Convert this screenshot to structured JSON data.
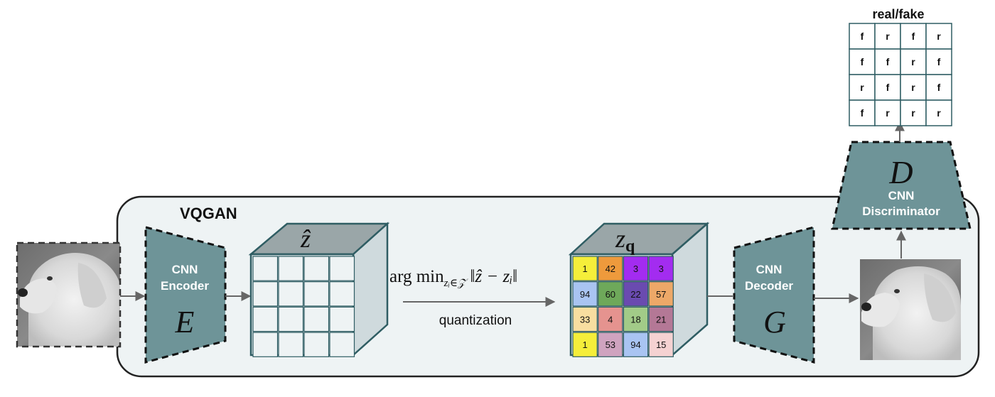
{
  "title": "VQGAN",
  "encoder": {
    "line1": "CNN",
    "line2": "Encoder",
    "symbol": "E"
  },
  "decoder": {
    "line1": "CNN",
    "line2": "Decoder",
    "symbol": "G"
  },
  "discriminator": {
    "line1": "CNN",
    "line2": "Discriminator",
    "symbol": "D"
  },
  "z_hat_symbol": "ẑ",
  "z_q": {
    "base": "z",
    "sub": "q"
  },
  "argmin": {
    "op": "arg min",
    "sub": "zᵢ∈𝒵",
    "expr": "‖ẑ − zᵢ‖"
  },
  "quantization_label": "quantization",
  "real_fake_label": "real/fake",
  "zq_grid": [
    [
      {
        "v": "1",
        "c": "#f5ee3a"
      },
      {
        "v": "42",
        "c": "#ee9a3c"
      },
      {
        "v": "3",
        "c": "#a32cf0"
      },
      {
        "v": "3",
        "c": "#a32cf0"
      }
    ],
    [
      {
        "v": "94",
        "c": "#a9c4f2"
      },
      {
        "v": "60",
        "c": "#6ea85a"
      },
      {
        "v": "22",
        "c": "#6a4bb0"
      },
      {
        "v": "57",
        "c": "#eda868"
      }
    ],
    [
      {
        "v": "33",
        "c": "#f8dea0"
      },
      {
        "v": "4",
        "c": "#e5938f"
      },
      {
        "v": "18",
        "c": "#a2cb88"
      },
      {
        "v": "21",
        "c": "#b47896"
      }
    ],
    [
      {
        "v": "1",
        "c": "#f5ee3a"
      },
      {
        "v": "53",
        "c": "#cfa3bf"
      },
      {
        "v": "94",
        "c": "#a9c4f2"
      },
      {
        "v": "15",
        "c": "#f5d2d2"
      }
    ]
  ],
  "disc_grid": [
    [
      "f",
      "r",
      "f",
      "r"
    ],
    [
      "f",
      "f",
      "r",
      "f"
    ],
    [
      "r",
      "f",
      "r",
      "f"
    ],
    [
      "f",
      "r",
      "r",
      "r"
    ]
  ],
  "colors": {
    "module_fill": "#6e9498",
    "panel_fill": "#eef3f4",
    "cube_front": "#dfe7ea",
    "cube_top": "#9aa6a8",
    "cube_side": "#cfdadd",
    "cube_edge": "#2f5d63",
    "grid_cell": "#eef3f4"
  }
}
